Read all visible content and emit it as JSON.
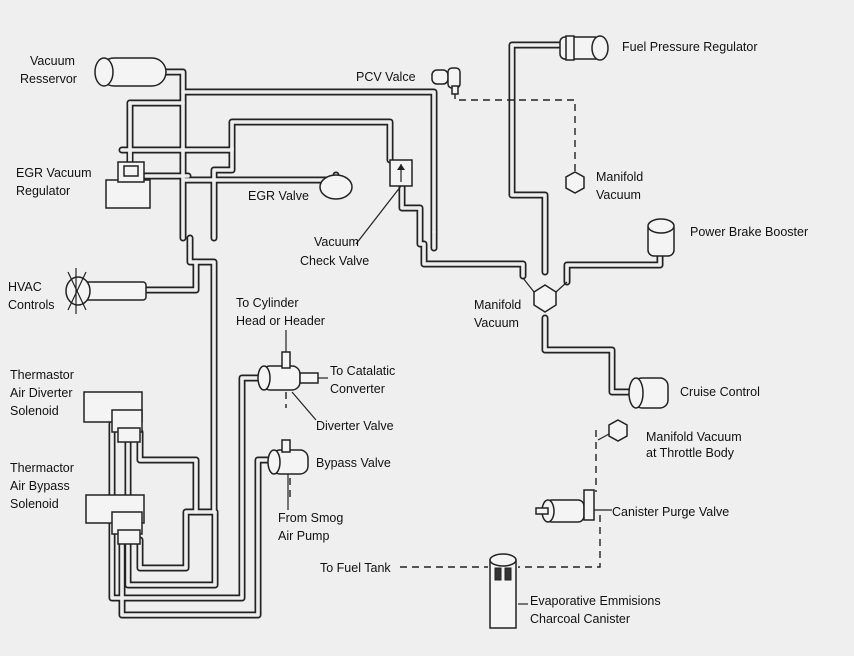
{
  "labels": {
    "vacuum_reservoir": [
      "Vacuum",
      "Resservor"
    ],
    "egr_vacuum_regulator": [
      "EGR Vacuum",
      "Regulator"
    ],
    "egr_valve": "EGR Valve",
    "vacuum_check_valve": [
      "Vacuum",
      "Check Valve"
    ],
    "hvac_controls": [
      "HVAC",
      "Controls"
    ],
    "thermistor_diverter": [
      "Thermastor",
      "Air Diverter",
      "Solenoid"
    ],
    "thermactor_bypass": [
      "Thermactor",
      "Air Bypass",
      "Solenoid"
    ],
    "to_cylinder_head": [
      "To Cylinder",
      "Head or Header"
    ],
    "to_catalytic": [
      "To Catalatic",
      "Converter"
    ],
    "diverter_valve": "Diverter Valve",
    "bypass_valve": "Bypass Valve",
    "from_smog_pump": [
      "From Smog",
      "Air Pump"
    ],
    "to_fuel_tank": "To Fuel Tank",
    "evap_canister": [
      "Evaporative Emmisions",
      "Charcoal Canister"
    ],
    "canister_purge_valve": "Canister Purge Valve",
    "manifold_vacuum_throttle": [
      "Manifold Vacuum",
      "at Throttle Body"
    ],
    "cruise_control": "Cruise Control",
    "manifold_vacuum_center": [
      "Manifold",
      "Vacuum"
    ],
    "power_brake_booster": "Power Brake Booster",
    "manifold_vacuum_top": [
      "Manifold",
      "Vacuum"
    ],
    "pcv_valve": "PCV Valce",
    "fuel_pressure_regulator": "Fuel Pressure Regulator"
  }
}
